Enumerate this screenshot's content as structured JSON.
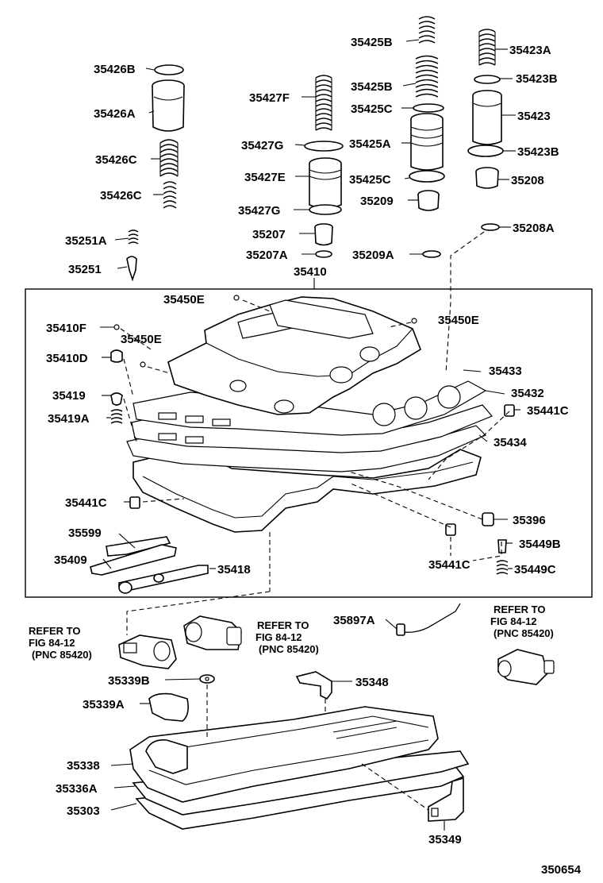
{
  "diagram_id": "350654",
  "labels": {
    "p35425B_top": "35425B",
    "p35423A": "35423A",
    "p35426B": "35426B",
    "p35425B": "35425B",
    "p35423B_top": "35423B",
    "p35427F": "35427F",
    "p35426A": "35426A",
    "p35425C_top": "35425C",
    "p35423": "35423",
    "p35427G_top": "35427G",
    "p35425A": "35425A",
    "p35423B": "35423B",
    "p35426C": "35426C",
    "p35427E": "35427E",
    "p35425C": "35425C",
    "p35208": "35208",
    "p35426C_b": "35426C",
    "p35209": "35209",
    "p35427G": "35427G",
    "p35208A": "35208A",
    "p35251A": "35251A",
    "p35207": "35207",
    "p35251": "35251",
    "p35207A": "35207A",
    "p35209A": "35209A",
    "p35410": "35410",
    "p35450E_a": "35450E",
    "p35450E_b": "35450E",
    "p35410F": "35410F",
    "p35450E_c": "35450E",
    "p35410D": "35410D",
    "p35433": "35433",
    "p35419": "35419",
    "p35432": "35432",
    "p35419A": "35419A",
    "p35441C_a": "35441C",
    "p35434": "35434",
    "p35441C_b": "35441C",
    "p35396": "35396",
    "p35599": "35599",
    "p35449B": "35449B",
    "p35409": "35409",
    "p35418": "35418",
    "p35441C_c": "35441C",
    "p35449C": "35449C",
    "p35897A": "35897A",
    "p35339B": "35339B",
    "p35348": "35348",
    "p35339A": "35339A",
    "p35338": "35338",
    "p35336A": "35336A",
    "p35303": "35303",
    "p35349": "35349"
  },
  "refs": {
    "left": [
      "REFER TO",
      "FIG 84-12",
      "(PNC 85420)"
    ],
    "mid": [
      "REFER TO",
      "FIG 84-12",
      "(PNC 85420)"
    ],
    "right": [
      "REFER TO",
      "FIG 84-12",
      "(PNC 85420)"
    ]
  }
}
